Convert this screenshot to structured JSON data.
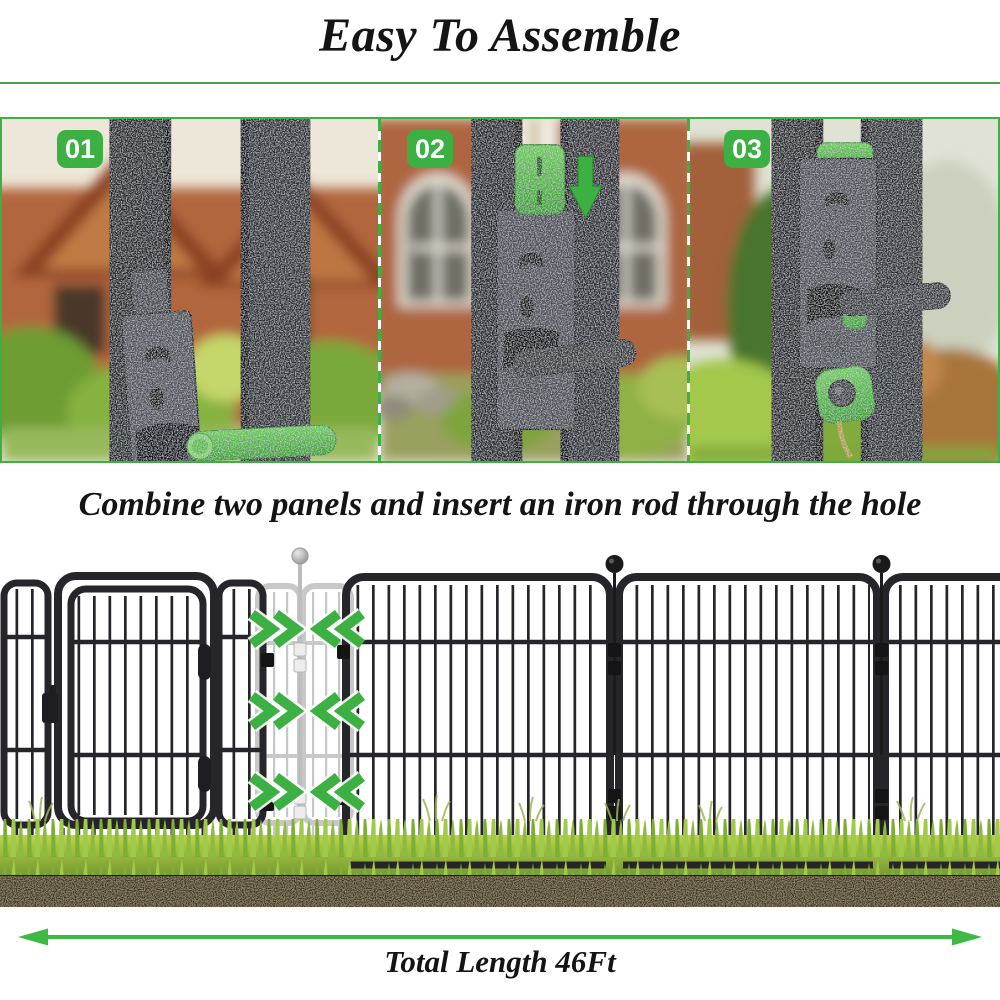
{
  "title": "Easy To Assemble",
  "steps": [
    {
      "label": "01"
    },
    {
      "label": "02"
    },
    {
      "label": "03"
    }
  ],
  "caption": "Combine two panels and insert an iron rod through the hole",
  "footer": {
    "total_length_label": "Total Length 46Ft"
  },
  "icons": {
    "step1_arrow": "left-arrow-icon",
    "step2_arrow": "down-arrow-icon",
    "merge_right": "double-chevron-right-icon",
    "merge_left": "double-chevron-left-icon",
    "total_length": "double-headed-arrow-icon"
  },
  "colors": {
    "accent_green": "#3cb043",
    "badge_green": "#3cb043",
    "divider_green": "#46a049",
    "arrow_green": "#3db944",
    "text_dark": "#141414",
    "metal_dark": "#2a2c30",
    "bracket_gray": "#4e5158",
    "ghost_gray": "#c8c8c8",
    "grass_green": "#8fbe3a",
    "dirt_brown": "#362e1e"
  }
}
